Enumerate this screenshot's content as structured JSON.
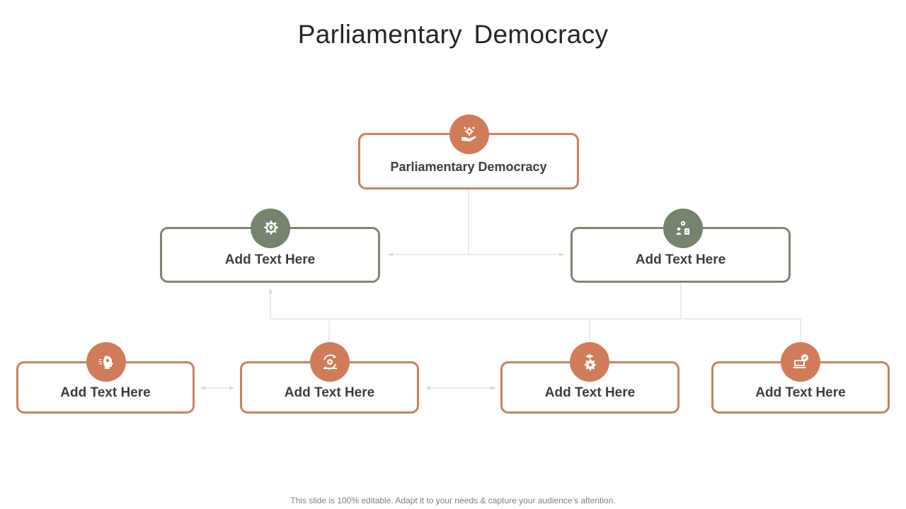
{
  "title": "Parliamentary Democracy",
  "footer": "This slide is 100% editable. Adapt it to your needs & capture your audience’s attention.",
  "colors": {
    "accent_orange": "#d07c58",
    "accent_green": "#76836d",
    "connector": "#d9d9d9"
  },
  "nodes": {
    "root": {
      "label": "Parliamentary Democracy",
      "icon": "hand-gears-icon"
    },
    "mid_left": {
      "label": "Add Text Here",
      "icon": "gear-lightbulb-icon"
    },
    "mid_right": {
      "label": "Add Text Here",
      "icon": "person-gear-clipboard-icon"
    },
    "bottom_1": {
      "label": "Add Text Here",
      "icon": "head-speaking-icon"
    },
    "bottom_2": {
      "label": "Add Text Here",
      "icon": "cycle-arrows-gear-icon"
    },
    "bottom_3": {
      "label": "Add Text Here",
      "icon": "gear-graduation-cap-icon"
    },
    "bottom_4": {
      "label": "Add Text Here",
      "icon": "laptop-check-icon"
    }
  }
}
